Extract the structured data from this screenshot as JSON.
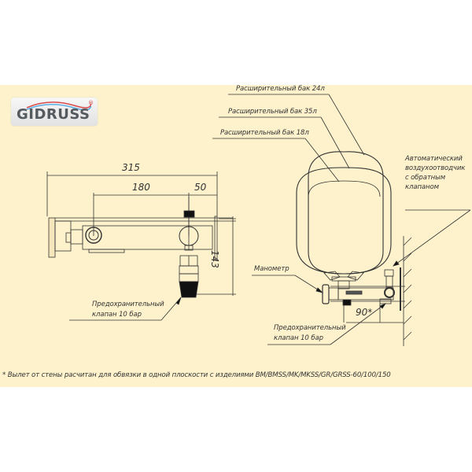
{
  "brand": {
    "name": "GIDRUSS",
    "registered_mark": "®",
    "colors": {
      "text": "#555a5f",
      "wave_red": "#d94a4a",
      "wave_blue": "#5aaee6"
    }
  },
  "colors": {
    "background_band": "#fdf2cc",
    "page": "#ffffff",
    "line": "#333333"
  },
  "left_view": {
    "dimensions": {
      "total_length": "315",
      "center_distance": "180",
      "wall_offset": "50",
      "height": "143"
    },
    "callouts": {
      "safety_valve": [
        "Предохранительный",
        "клапан 10 бар"
      ]
    }
  },
  "right_view": {
    "callouts": {
      "tank_24": "Расширительный бак 24л",
      "tank_35": "Расширительный бак 35л",
      "tank_18": "Расширительный бак 18л",
      "air_vent": [
        "Автоматический",
        "воздухоотводчик",
        "с обратным",
        "клапаном"
      ],
      "manometer": "Манометр",
      "safety_valve": [
        "Предохранительный",
        "клапан 10 бар"
      ]
    },
    "dimensions": {
      "wall_offset": "90*"
    }
  },
  "footnote": "* Вылет от стены расчитан для обвязки в одной плоскости с изделиями BM/BMSS/MK/MKSS/GR/GRSS-60/100/150"
}
